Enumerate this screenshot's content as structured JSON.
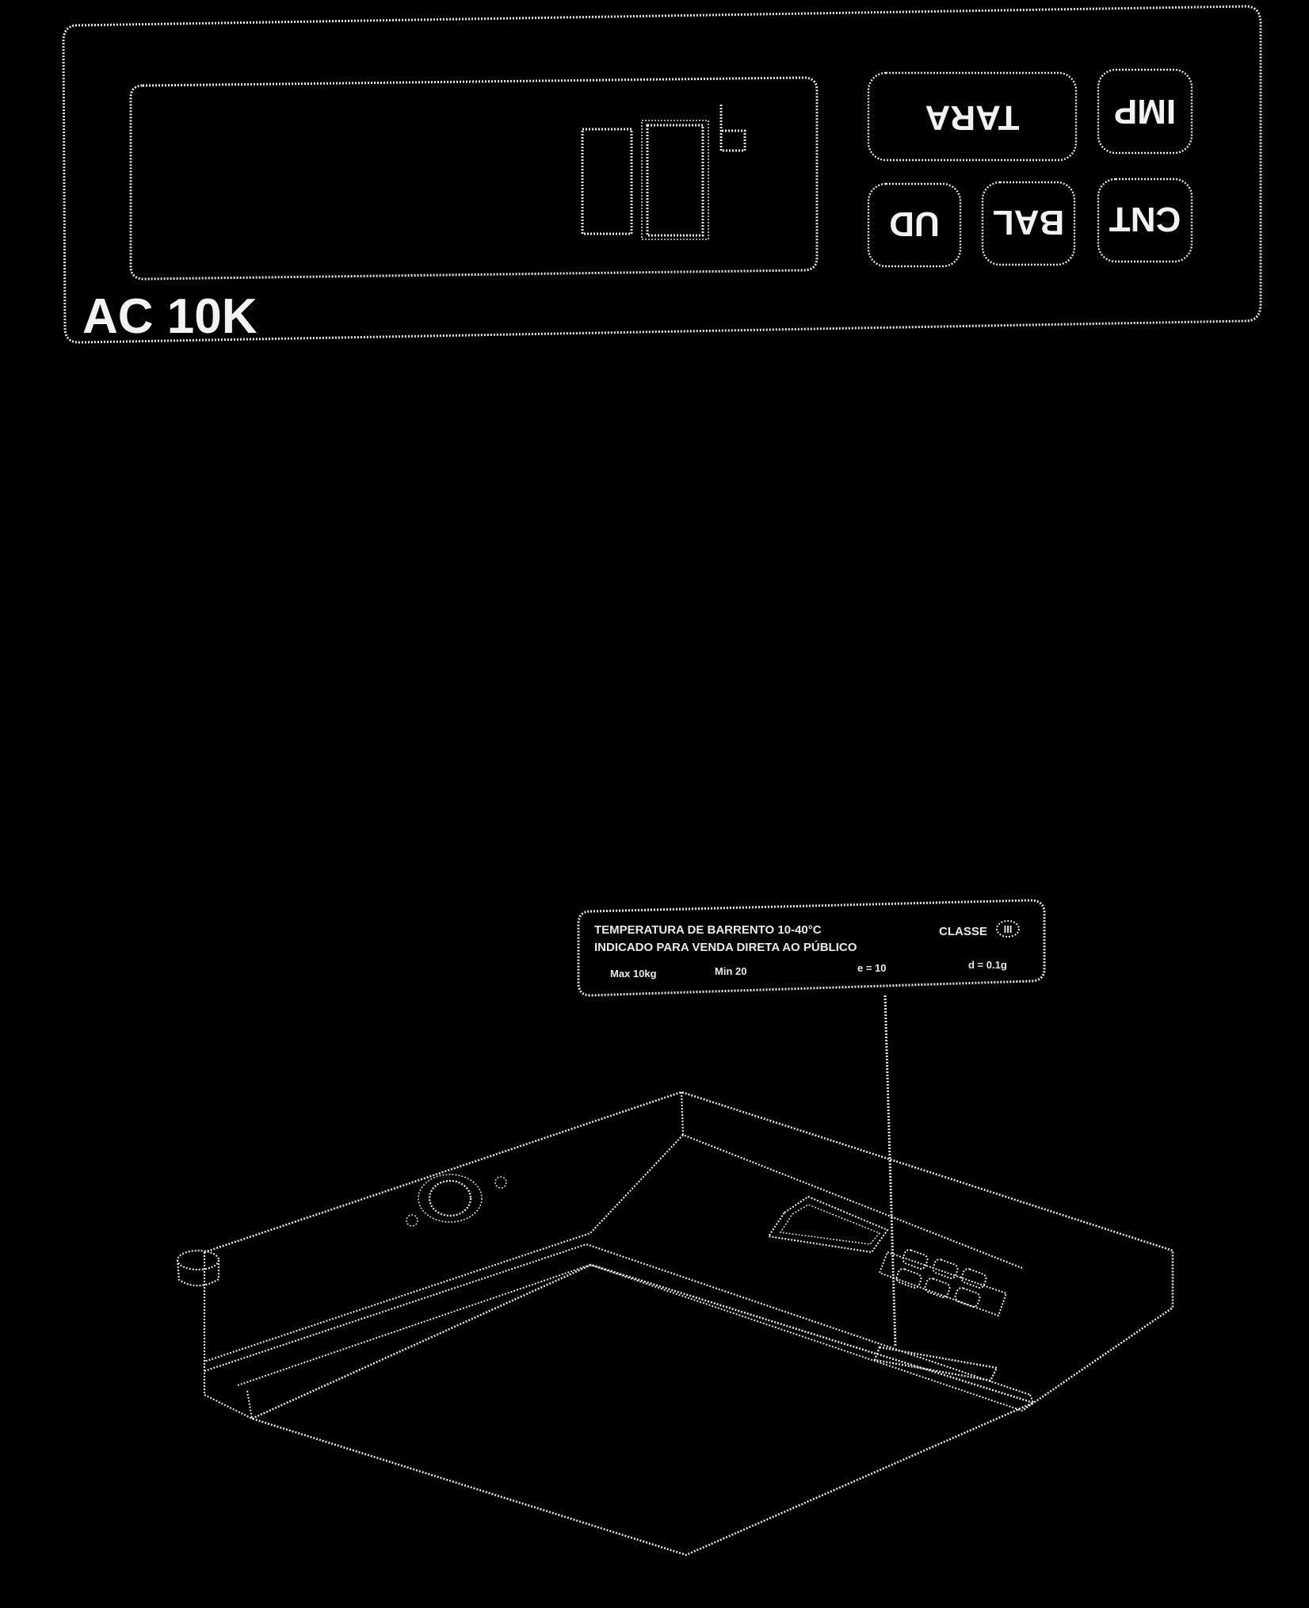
{
  "panel": {
    "model": "AC 10K",
    "display_reading": "0",
    "display_unit": "g"
  },
  "buttons": {
    "tara": "TARA",
    "imp": "IMP",
    "ud": "UD",
    "bal": "BAL",
    "cnt": "CNT"
  },
  "label_plate": {
    "line1": "TEMPERATURA DE BARRENTO 10-40°C",
    "line2": "INDICADO PARA VENDA DIRETA AO PÚBLICO",
    "class": "CLASSE",
    "class_mark": "III",
    "max": "Max 10kg",
    "min": "Min 20",
    "e": "e = 10",
    "d": "d = 0.1g"
  },
  "colors": {
    "background": "#000000",
    "line": "#e6e6e6"
  }
}
